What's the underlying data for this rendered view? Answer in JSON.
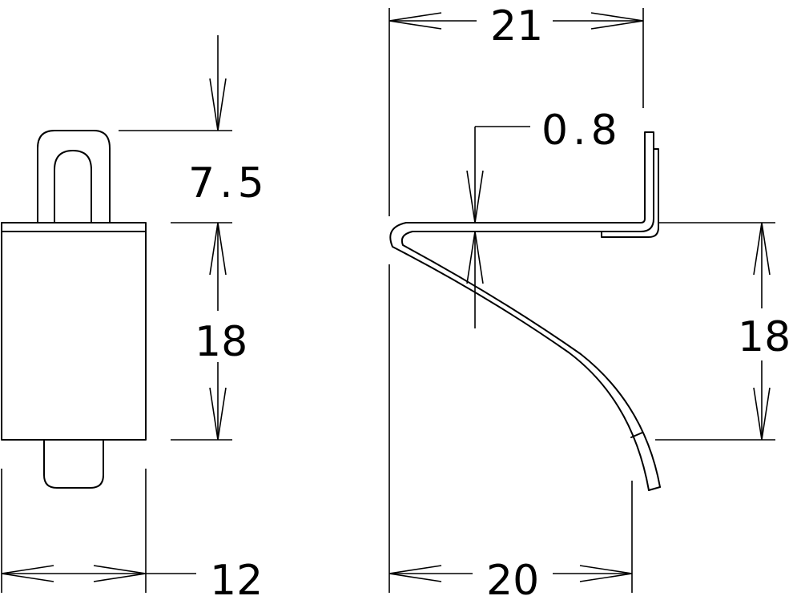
{
  "dimensions": {
    "top_width": "21",
    "thickness": "0.8",
    "loop_height": "7.5",
    "left_height": "18",
    "right_height": "18",
    "left_width": "12",
    "bottom_width": "20"
  }
}
